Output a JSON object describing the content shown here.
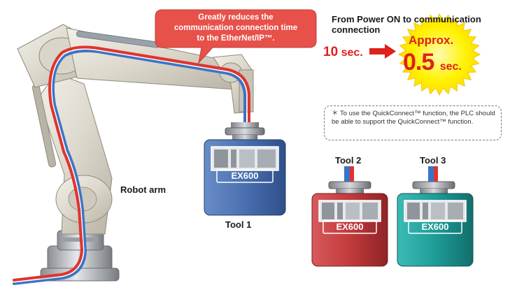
{
  "callout": {
    "line1": "Greatly reduces the",
    "line2": "communication connection time",
    "line3": "to the EtherNet/IP™."
  },
  "headline": "From Power ON to communication connection",
  "before": {
    "value": "10",
    "unit": "sec."
  },
  "after": {
    "prefix": "Approx.",
    "value": "0.5",
    "unit": "sec."
  },
  "note": "＊ To use the QuickConnect™ function, the PLC should be able to support the QuickConnect™ function.",
  "labels": {
    "robot_arm": "Robot arm",
    "tool1": "Tool 1",
    "tool2": "Tool 2",
    "tool3": "Tool 3",
    "module": "EX600"
  },
  "colors": {
    "callout": "#e8504a",
    "arrow": "#e0201c",
    "starburst": "#fff200",
    "tool1": "#4a70b0",
    "tool2": "#c23a3c",
    "tool3": "#1e9c98",
    "cable_red": "#e0342e",
    "cable_blue": "#3a74c8"
  }
}
